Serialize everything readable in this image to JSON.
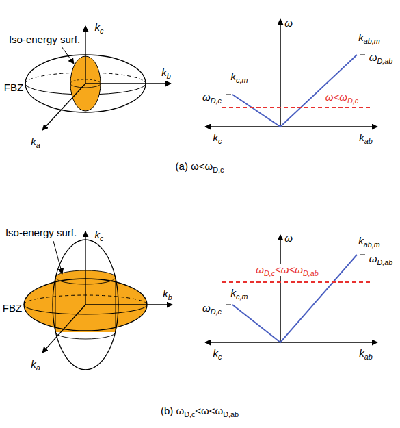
{
  "diagram": {
    "labels": [
      "kc",
      "Iso-energy surf.",
      "kb",
      "FBZ",
      "ka",
      "ω",
      "kc,m",
      "ωD,c",
      "ω<ωD,c",
      "kab,m",
      "ωD,ab",
      "kc",
      "kab",
      "(a) ω<ωD,c",
      "kc",
      "Iso-energy surf.",
      "kb",
      "FBZ",
      "ka",
      "ω",
      "kab,m",
      "ωD,ab",
      "ωD,c<ω<ωD,ab",
      "kc,m",
      "ωD,c",
      "kc",
      "kab",
      "(b) ωD,c<ω<ωD,ab"
    ]
  }
}
